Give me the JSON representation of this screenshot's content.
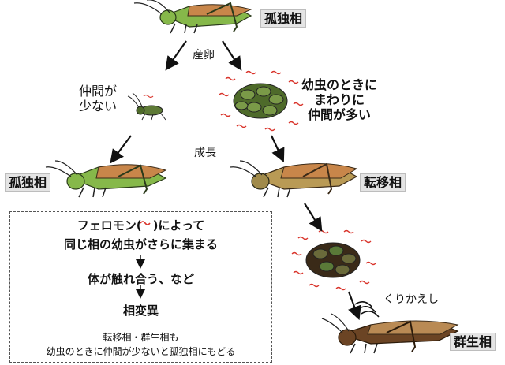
{
  "labels": {
    "solitary_top": "孤独相",
    "solitary_left": "孤独相",
    "transient": "転移相",
    "gregarious": "群生相",
    "lay_eggs": "産卵",
    "growth": "成長",
    "few_peers_line1": "仲間が",
    "few_peers_line2": "少ない",
    "many_peers_line1": "幼虫のときに",
    "many_peers_line2": "まわりに",
    "many_peers_line3": "仲間が多い",
    "repeat": "くりかえし"
  },
  "note": {
    "line1": "フェロモン(",
    "line1_end": ")によって",
    "line2": "同じ相の幼虫がさらに集まる",
    "line3": "体が触れ合う、など",
    "line4": "相変異",
    "line5": "転移相・群生相も",
    "line6": "幼虫のときに仲間が少ないと孤独相にもどる"
  },
  "colors": {
    "solitary_green": "#86b84a",
    "transient_orange": "#c8864a",
    "gregarious_brown": "#8a5a2e",
    "pheromone_red": "#d9342b"
  }
}
